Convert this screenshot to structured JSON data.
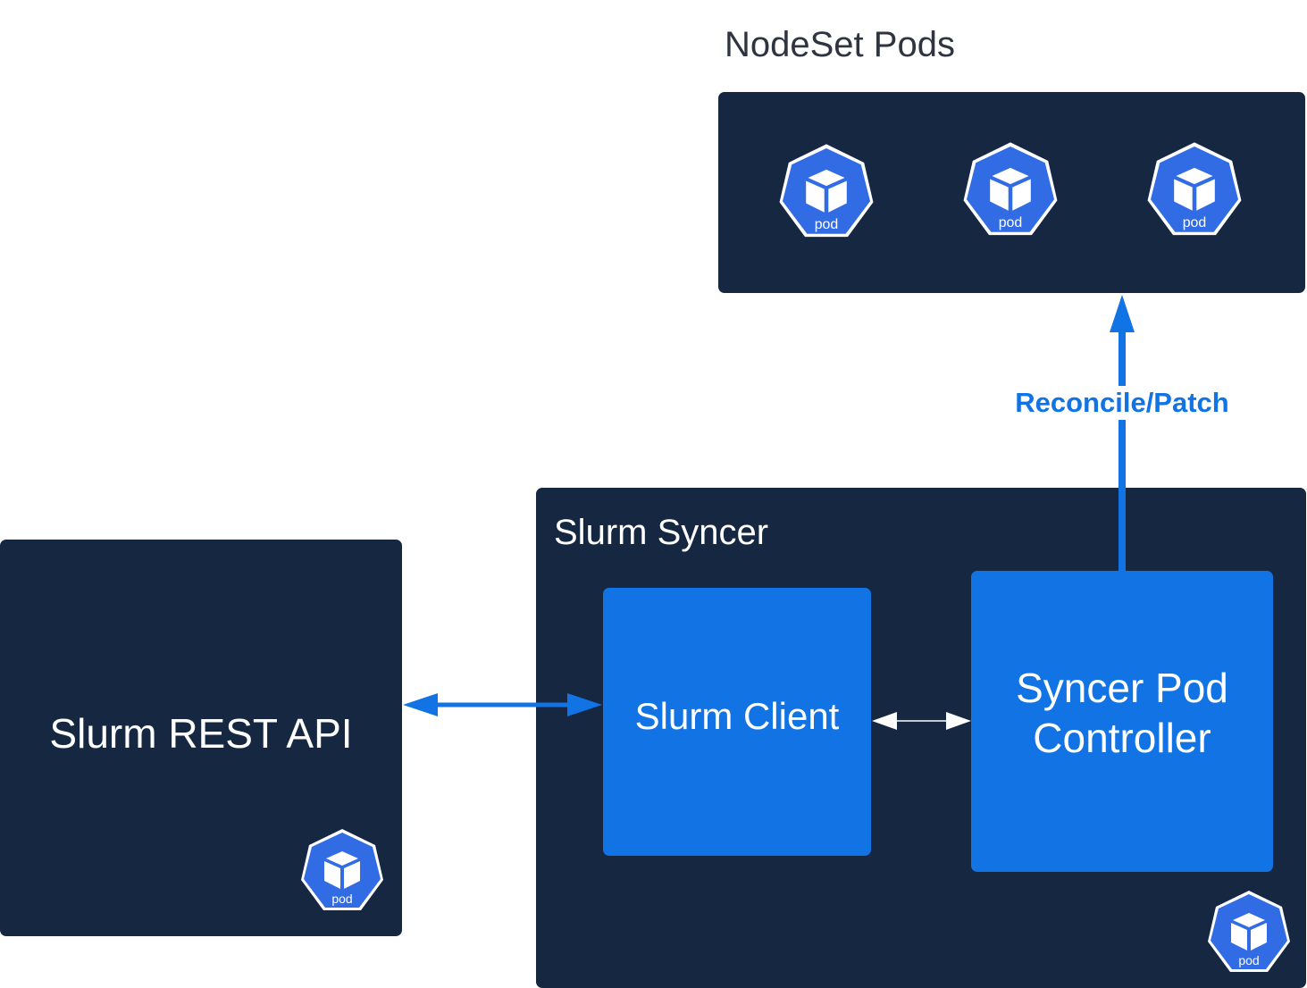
{
  "nodeset": {
    "title": "NodeSet Pods",
    "pods": [
      {
        "label": "pod"
      },
      {
        "label": "pod"
      },
      {
        "label": "pod"
      }
    ]
  },
  "rest_api": {
    "title": "Slurm REST API",
    "pod_label": "pod"
  },
  "syncer": {
    "title": "Slurm Syncer",
    "client_label": "Slurm Client",
    "controller_label": "Syncer Pod\nController",
    "pod_label": "pod"
  },
  "edges": {
    "reconcile_label": "Reconcile/Patch"
  },
  "colors": {
    "dark": "#152741",
    "blue": "#1273e4",
    "pod_blue": "#326ce5",
    "title_gray": "#2e3440"
  },
  "icons": {
    "pod": "kubernetes-pod-icon"
  }
}
